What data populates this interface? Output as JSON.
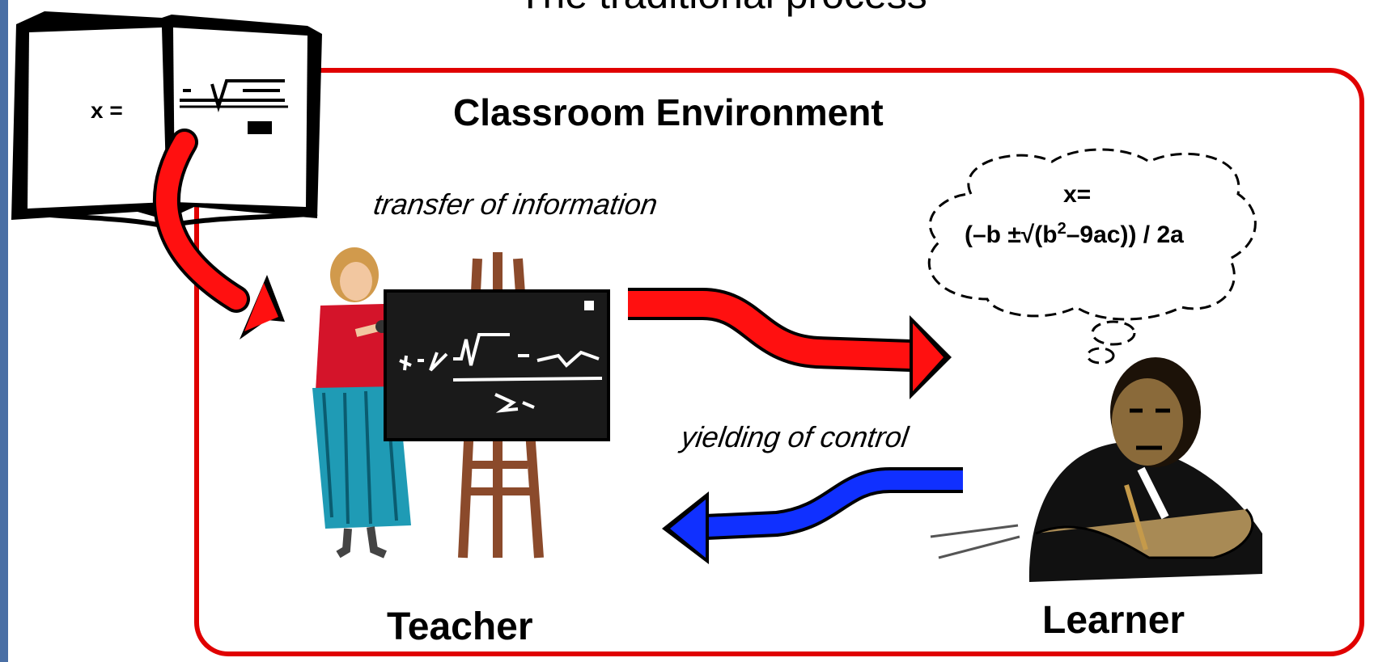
{
  "title": "The traditional process",
  "environment_label": "Classroom Environment",
  "transfer_label": "transfer of information",
  "yielding_label": "yielding of control",
  "teacher_label": "Teacher",
  "learner_label": "Learner",
  "thought": {
    "line1": "x=",
    "line2_pre": "(–b ±√(b",
    "line2_sup": "2",
    "line2_post": "–9ac)) / 2a"
  },
  "book_formula": "x =",
  "colors": {
    "frame": "#e00000",
    "transfer_arrow": "#ff1010",
    "yielding_arrow": "#1030ff",
    "sidebar": "#4a6fa5"
  }
}
